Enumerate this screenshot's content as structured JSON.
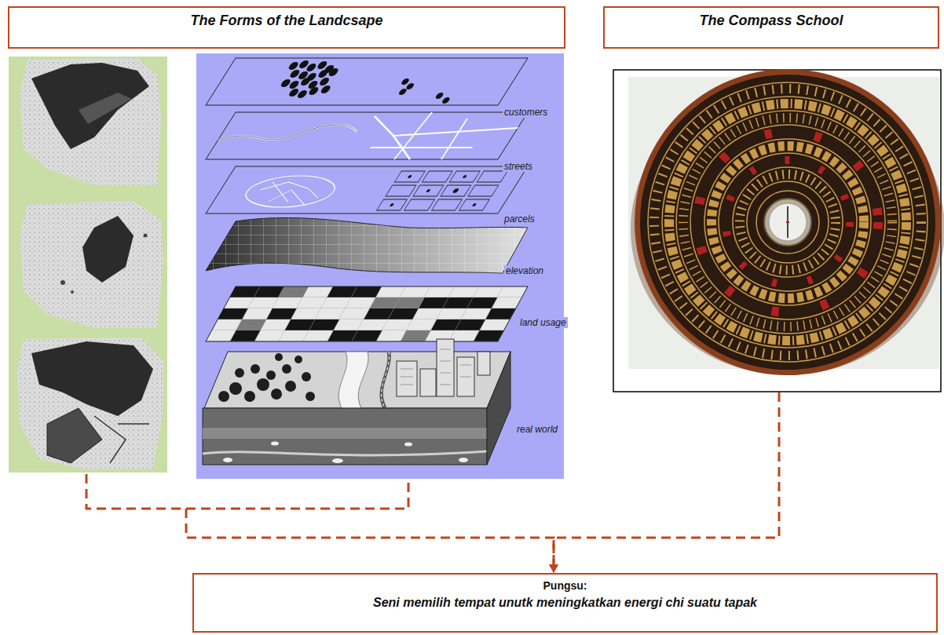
{
  "diagram": {
    "nodes": [
      {
        "text": [
          "The Forms of the Landcsape"
        ]
      },
      {
        "text": [
          "The Compass School"
        ]
      },
      {
        "text": [
          "Pungsu:",
          "Seni memilih tempat unutk meningkatkan energi chi suatu tapak"
        ]
      }
    ],
    "edges": [
      {
        "from": 0,
        "to": 2,
        "arrow": "to"
      },
      {
        "from": 1,
        "to": 2,
        "arrow": "to"
      }
    ],
    "labels": [
      "customers",
      "streets",
      "parcels",
      "elevation",
      "land usage",
      "real world"
    ]
  }
}
